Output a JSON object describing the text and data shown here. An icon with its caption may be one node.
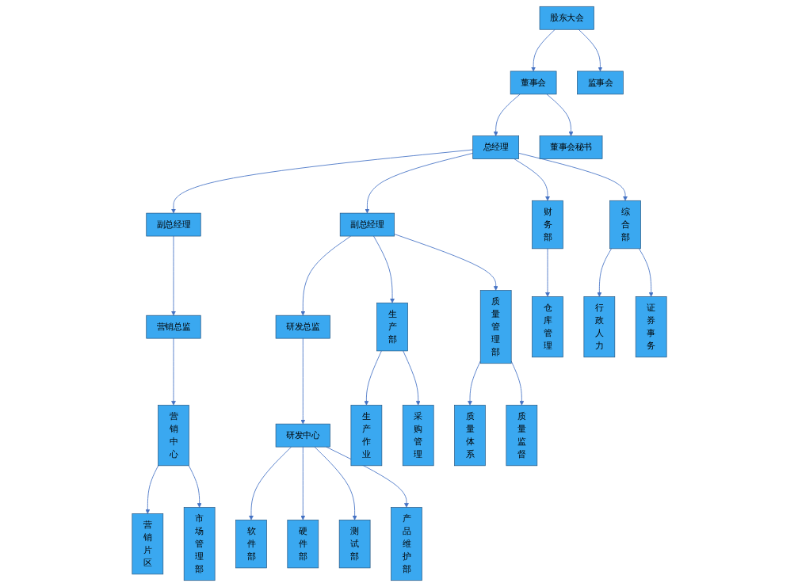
{
  "diagram": {
    "nodes": [
      {
        "text": [
          "股东大会"
        ]
      },
      {
        "text": [
          "监事会"
        ]
      },
      {
        "text": [
          "董事会"
        ]
      },
      {
        "text": [
          "董事会秘书"
        ]
      },
      {
        "text": [
          "总经理"
        ]
      },
      {
        "text": [
          "副总经理"
        ]
      },
      {
        "text": [
          "营销总监"
        ]
      },
      {
        "text": [
          "营销中心"
        ]
      },
      {
        "text": [
          "财务部"
        ]
      },
      {
        "text": [
          "综合部"
        ]
      },
      {
        "text": [
          "副总经理"
        ]
      },
      {
        "text": [
          "研发总监"
        ]
      },
      {
        "text": [
          "生产部"
        ]
      },
      {
        "text": [
          "研发中心"
        ]
      },
      {
        "text": [
          "质量管理部"
        ]
      },
      {
        "text": [
          "营销片区"
        ]
      },
      {
        "text": [
          "市场管理部"
        ]
      },
      {
        "text": [
          "仓库管理"
        ]
      },
      {
        "text": [
          "行政人力"
        ]
      },
      {
        "text": [
          "证券事务"
        ]
      },
      {
        "text": [
          "生产作业"
        ]
      },
      {
        "text": [
          "采购管理"
        ]
      },
      {
        "text": [
          "软件部"
        ]
      },
      {
        "text": [
          "硬件部"
        ]
      },
      {
        "text": [
          "测试部"
        ]
      },
      {
        "text": [
          "产品维护部"
        ]
      },
      {
        "text": [
          "质量体系"
        ]
      },
      {
        "text": [
          "质量监督"
        ]
      }
    ],
    "edges": [
      {
        "from": 0,
        "to": 2,
        "arrow": "to"
      },
      {
        "from": 0,
        "to": 1,
        "arrow": "to"
      },
      {
        "from": 2,
        "to": 4,
        "arrow": "to"
      },
      {
        "from": 2,
        "to": 3,
        "arrow": "to"
      },
      {
        "from": 4,
        "to": 5,
        "arrow": "to"
      },
      {
        "from": 4,
        "to": 8,
        "arrow": "to"
      },
      {
        "from": 4,
        "to": 9,
        "arrow": "to"
      },
      {
        "from": 4,
        "to": 10,
        "arrow": "to"
      },
      {
        "from": 5,
        "to": 6,
        "arrow": "to"
      },
      {
        "from": 6,
        "to": 7,
        "arrow": "to"
      },
      {
        "from": 10,
        "to": 12,
        "arrow": "to"
      },
      {
        "from": 10,
        "to": 11,
        "arrow": "to"
      },
      {
        "from": 10,
        "to": 14,
        "arrow": "to"
      },
      {
        "from": 11,
        "to": 13,
        "arrow": "to"
      },
      {
        "from": 7,
        "to": 15,
        "arrow": "to"
      },
      {
        "from": 7,
        "to": 16,
        "arrow": "to"
      },
      {
        "from": 8,
        "to": 17,
        "arrow": "to"
      },
      {
        "from": 9,
        "to": 18,
        "arrow": "to"
      },
      {
        "from": 9,
        "to": 19,
        "arrow": "to"
      },
      {
        "from": 12,
        "to": 20,
        "arrow": "to"
      },
      {
        "from": 12,
        "to": 21,
        "arrow": "to"
      },
      {
        "from": 13,
        "to": 22,
        "arrow": "to"
      },
      {
        "from": 13,
        "to": 23,
        "arrow": "to"
      },
      {
        "from": 13,
        "to": 24,
        "arrow": "to"
      },
      {
        "from": 13,
        "to": 25,
        "arrow": "to"
      },
      {
        "from": 14,
        "to": 26,
        "arrow": "to"
      },
      {
        "from": 14,
        "to": 27,
        "arrow": "to"
      }
    ]
  }
}
